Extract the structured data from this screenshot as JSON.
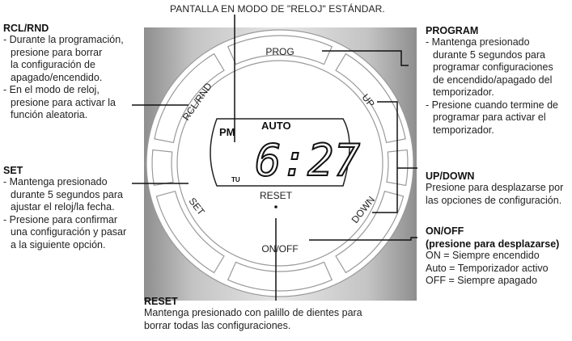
{
  "top_caption": "PANTALLA EN MODO DE \"RELOJ\" ESTÁNDAR.",
  "device": {
    "buttons": {
      "prog": "PROG",
      "rcl_rnd": "RCL/RND",
      "up": "UP",
      "set": "SET",
      "down": "DOWN",
      "on_off": "ON/OFF"
    },
    "display": {
      "pm": "PM",
      "auto": "AUTO",
      "time": "6:27",
      "day": "TU"
    },
    "reset_label": "RESET"
  },
  "sections": {
    "rcl_rnd": {
      "title": "RCL/RND",
      "lines": [
        "- Durante la programación,",
        "presione para borrar",
        "la configuración de",
        "apagado/encendido.",
        "- En el modo de reloj,",
        "presione para activar la",
        "función aleatoria."
      ]
    },
    "set": {
      "title": "SET",
      "lines": [
        "- Mantenga presionado",
        "durante 5 segundos para",
        "ajustar el reloj/la fecha.",
        "- Presione para confirmar",
        "una configuración y pasar",
        "a la siguiente opción."
      ]
    },
    "program": {
      "title": "PROGRAM",
      "lines": [
        "- Mantenga presionado",
        "durante 5 segundos para",
        "programar configuraciones",
        "de encendido/apagado del",
        "temporizador.",
        "- Presione cuando termine de",
        "programar para activar el",
        "temporizador."
      ]
    },
    "up_down": {
      "title": "UP/DOWN",
      "lines": [
        "Presione para desplazarse por",
        "las opciones de configuración."
      ]
    },
    "on_off": {
      "title": "ON/OFF",
      "subtitle": "(presione para desplazarse)",
      "lines": [
        "ON = Siempre encendido",
        "Auto = Temporizador activo",
        "OFF = Siempre apagado"
      ]
    },
    "reset": {
      "title": "RESET",
      "lines": [
        "Mantenga presionado con palillo de dientes para",
        "borrar todas las configuraciones."
      ]
    }
  }
}
